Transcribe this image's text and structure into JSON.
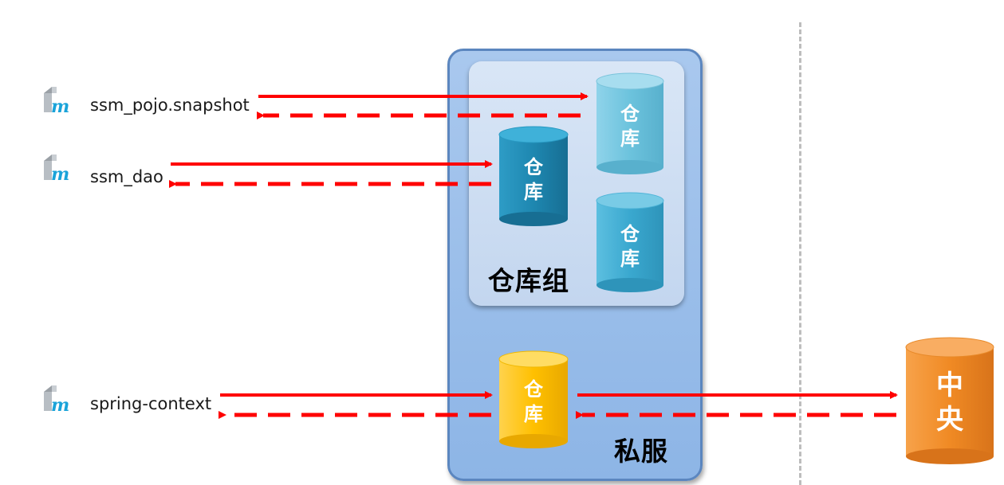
{
  "modules": [
    {
      "name": "ssm_pojo.snapshot"
    },
    {
      "name": "ssm_dao"
    },
    {
      "name": "spring-context"
    }
  ],
  "repo_label_top": "仓",
  "repo_label_bottom": "库",
  "group_title": "仓库组",
  "server_title": "私服",
  "central_top": "中",
  "central_bottom": "央",
  "colors": {
    "arrow": "#ff0000",
    "server_fill": "#98bde9",
    "group_fill": "#cddcf2",
    "repo_light": "#6cc3dd",
    "repo_dark": "#1e87b0",
    "repo_mid": "#3aa8cf",
    "repo_private": "#ffc000",
    "central": "#f08a24",
    "divider": "#bdbdbd"
  },
  "icons": [
    "maven-module-icon"
  ]
}
